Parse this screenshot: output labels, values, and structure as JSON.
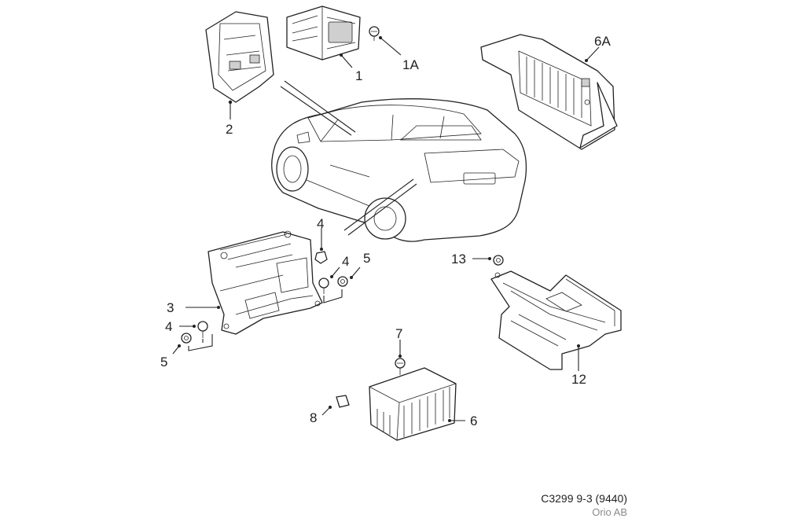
{
  "diagram": {
    "callouts": {
      "c1": "1",
      "c1a": "1A",
      "c2": "2",
      "c6a": "6A",
      "c4_top": "4",
      "c4_mid": "4",
      "c5_mid": "5",
      "c3": "3",
      "c4_low": "4",
      "c5_low": "5",
      "c13": "13",
      "c7": "7",
      "c8": "8",
      "c6": "6",
      "c12": "12"
    }
  },
  "footer": {
    "reference": "C3299 9-3 (9440)",
    "organization": "Orio AB"
  }
}
